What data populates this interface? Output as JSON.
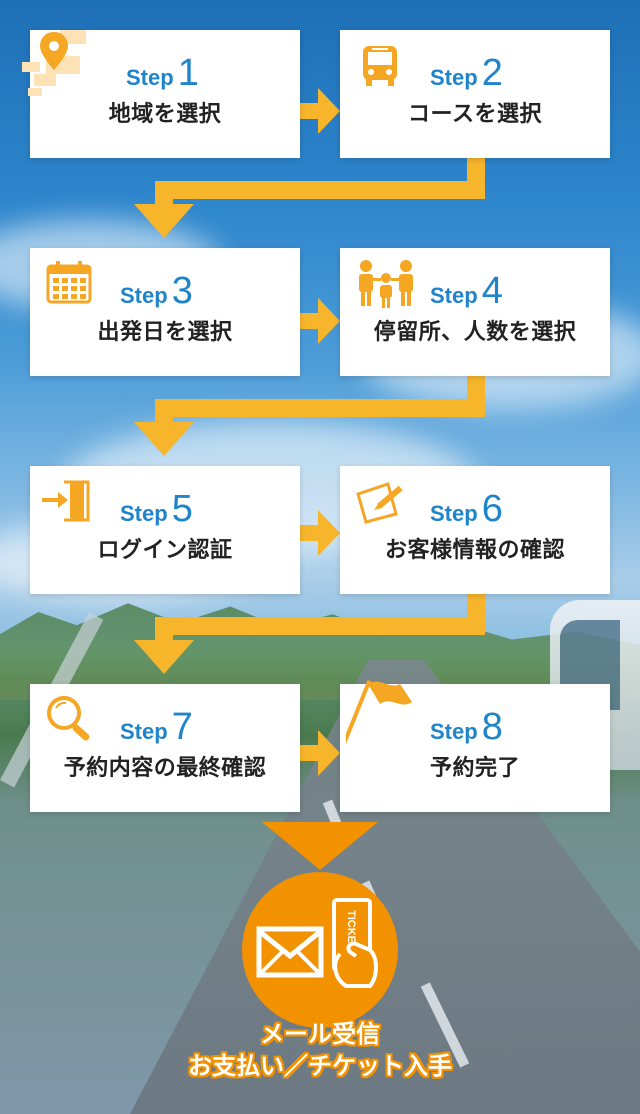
{
  "colors": {
    "accent": "#f7b52c",
    "step_blue": "#1f84c9",
    "final_orange": "#f39200"
  },
  "steps": [
    {
      "word": "Step",
      "num": "1",
      "label": "地域を選択",
      "icon": "map-pin-icon"
    },
    {
      "word": "Step",
      "num": "2",
      "label": "コースを選択",
      "icon": "bus-icon"
    },
    {
      "word": "Step",
      "num": "3",
      "label": "出発日を選択",
      "icon": "calendar-icon"
    },
    {
      "word": "Step",
      "num": "4",
      "label": "停留所、人数を選択",
      "icon": "people-icon"
    },
    {
      "word": "Step",
      "num": "5",
      "label": "ログイン認証",
      "icon": "login-door-icon"
    },
    {
      "word": "Step",
      "num": "6",
      "label": "お客様情報の確認",
      "icon": "edit-note-icon"
    },
    {
      "word": "Step",
      "num": "7",
      "label": "予約内容の最終確認",
      "icon": "magnifier-icon"
    },
    {
      "word": "Step",
      "num": "8",
      "label": "予約完了",
      "icon": "goal-flag-icon"
    }
  ],
  "final": {
    "line1": "メール受信",
    "line2": "お支払い／チケット入手",
    "ticket_text": "TICKET",
    "icons": [
      "envelope-icon",
      "ticket-icon"
    ]
  }
}
